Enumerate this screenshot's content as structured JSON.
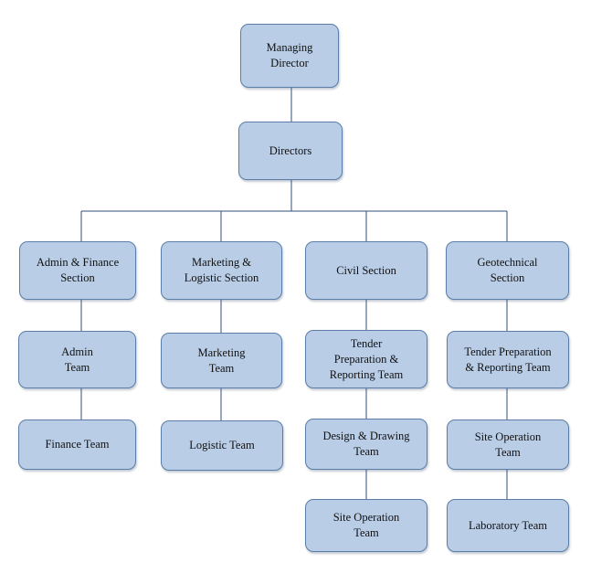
{
  "org_chart": {
    "top": {
      "managing_director": "Managing\nDirector",
      "directors": "Directors"
    },
    "sections": [
      {
        "name": "Admin & Finance\nSection",
        "teams": [
          "Admin\nTeam",
          "Finance Team"
        ]
      },
      {
        "name": "Marketing &\nLogistic Section",
        "teams": [
          "Marketing\nTeam",
          "Logistic Team"
        ]
      },
      {
        "name": "Civil Section",
        "teams": [
          "Tender\nPreparation &\nReporting Team",
          "Design & Drawing\nTeam",
          "Site Operation\nTeam"
        ]
      },
      {
        "name": "Geotechnical\nSection",
        "teams": [
          "Tender Preparation\n& Reporting Team",
          "Site Operation\nTeam",
          "Laboratory Team"
        ]
      }
    ]
  }
}
